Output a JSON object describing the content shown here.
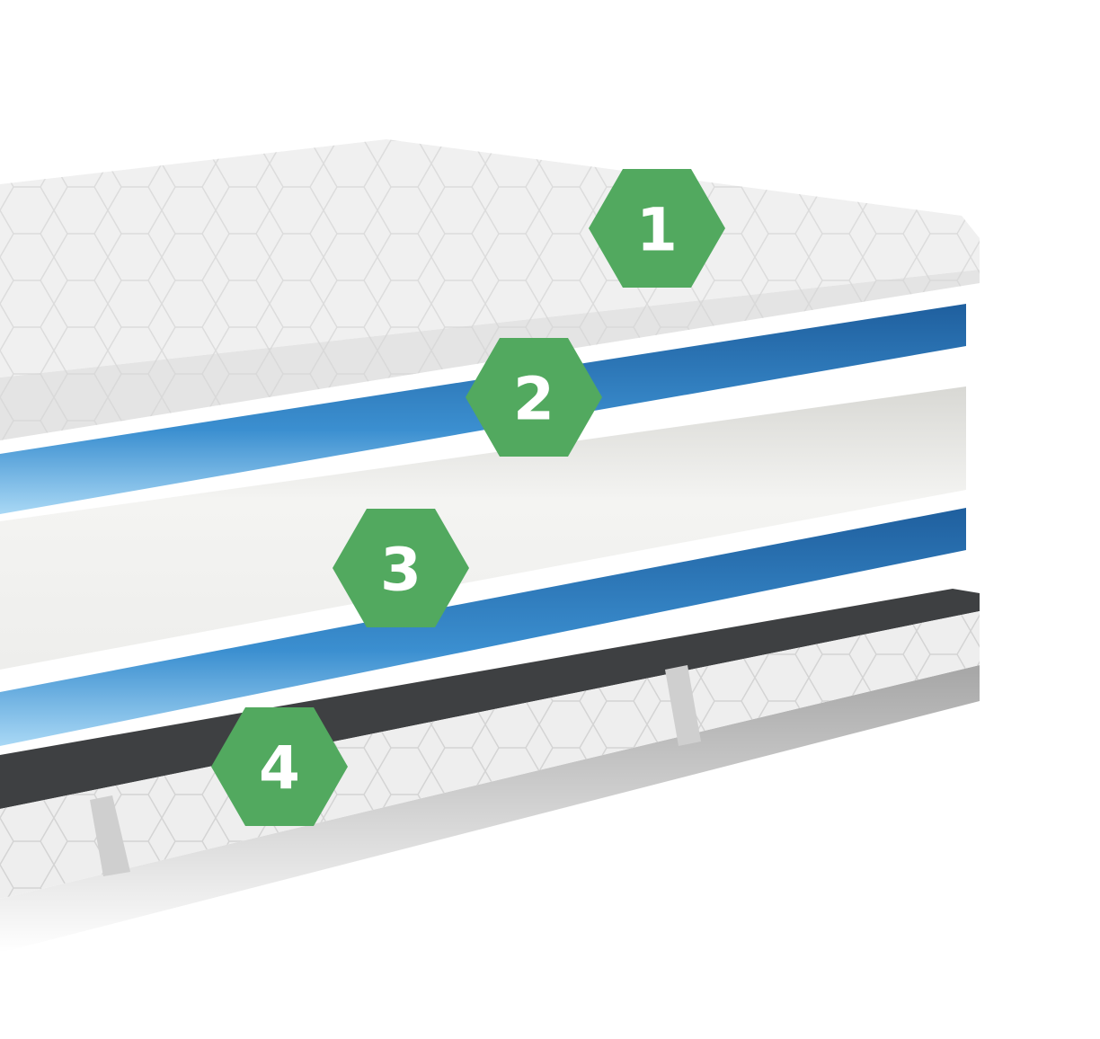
{
  "colors": {
    "badge": "#52a95f",
    "badge_text": "#ffffff",
    "cover": "#ececec",
    "cover_side": "#e2e2e2",
    "blue_foam": "#2f7fc0",
    "blue_foam_light": "#7fc0ea",
    "white_foam": "#f3f3f1",
    "base_top": "#3e4042"
  },
  "layers": [
    {
      "badge": "1",
      "name": "cover"
    },
    {
      "badge": "2",
      "name": "blue-foam-top"
    },
    {
      "badge": "3",
      "name": "white-profiled-foam"
    },
    {
      "badge": "4",
      "name": "base-with-blue-foam"
    }
  ]
}
